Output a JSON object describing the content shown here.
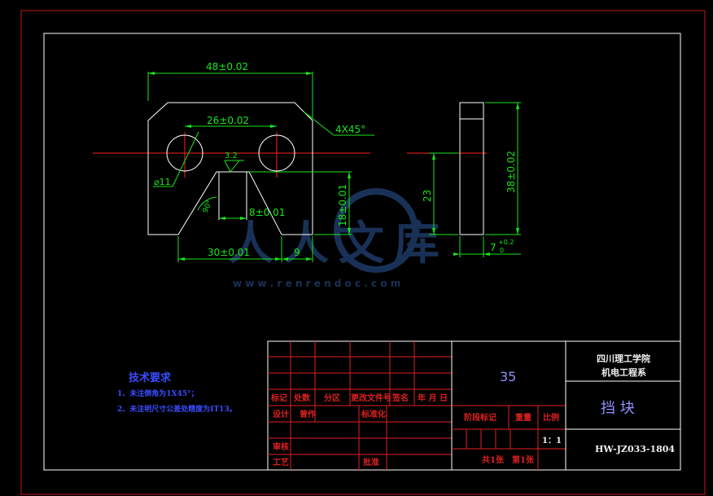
{
  "dimensions": {
    "d48": "48±0.02",
    "d26": "26±0.02",
    "d4x45": "4X45°",
    "d32": "3.2",
    "d11": "⌀11",
    "d18": "18±0.01",
    "d8": "8±0.01",
    "d30": "30±0.01",
    "d9": "9",
    "d23": "23",
    "d38": "38±0.02",
    "d7": "7",
    "d7_tol_up": "+0.2",
    "d7_tol_low": "0",
    "vangle": "90°"
  },
  "notes": {
    "title": "技术要求",
    "line1": "1、未注倒角为1X45°；",
    "line2": "2、未注明尺寸公差处精度为IT13。"
  },
  "title_block": {
    "material": "35",
    "school_line1": "四川理工学院",
    "school_line2": "机电工程系",
    "part_name": "挡 块",
    "drawing_no": "HW-JZ033-1804",
    "scale_value": "1：1",
    "h_mark": "标记",
    "h_count": "处数",
    "h_zone": "分区",
    "h_docno": "更改文件号",
    "h_sign": "签名",
    "h_date": "年 月 日",
    "h_design": "设计",
    "h_std": "标准化",
    "h_stagemark": "阶段标记",
    "h_weight": "重量",
    "h_scale": "比例",
    "h_check": "审核",
    "h_process": "工艺",
    "h_approve": "批准",
    "sheets_total": "共1张",
    "sheet_no": "第1张",
    "sig_design": "曾作"
  },
  "watermark": {
    "text": "人人文库",
    "url": "w w w . r e n r e n d o c . c o m"
  },
  "colors": {
    "background": "#000000",
    "outline": "#ffffff",
    "dimension": "#19e619",
    "centerline": "#ff2020",
    "border": "#c01818",
    "notes": "#3a4cff"
  }
}
